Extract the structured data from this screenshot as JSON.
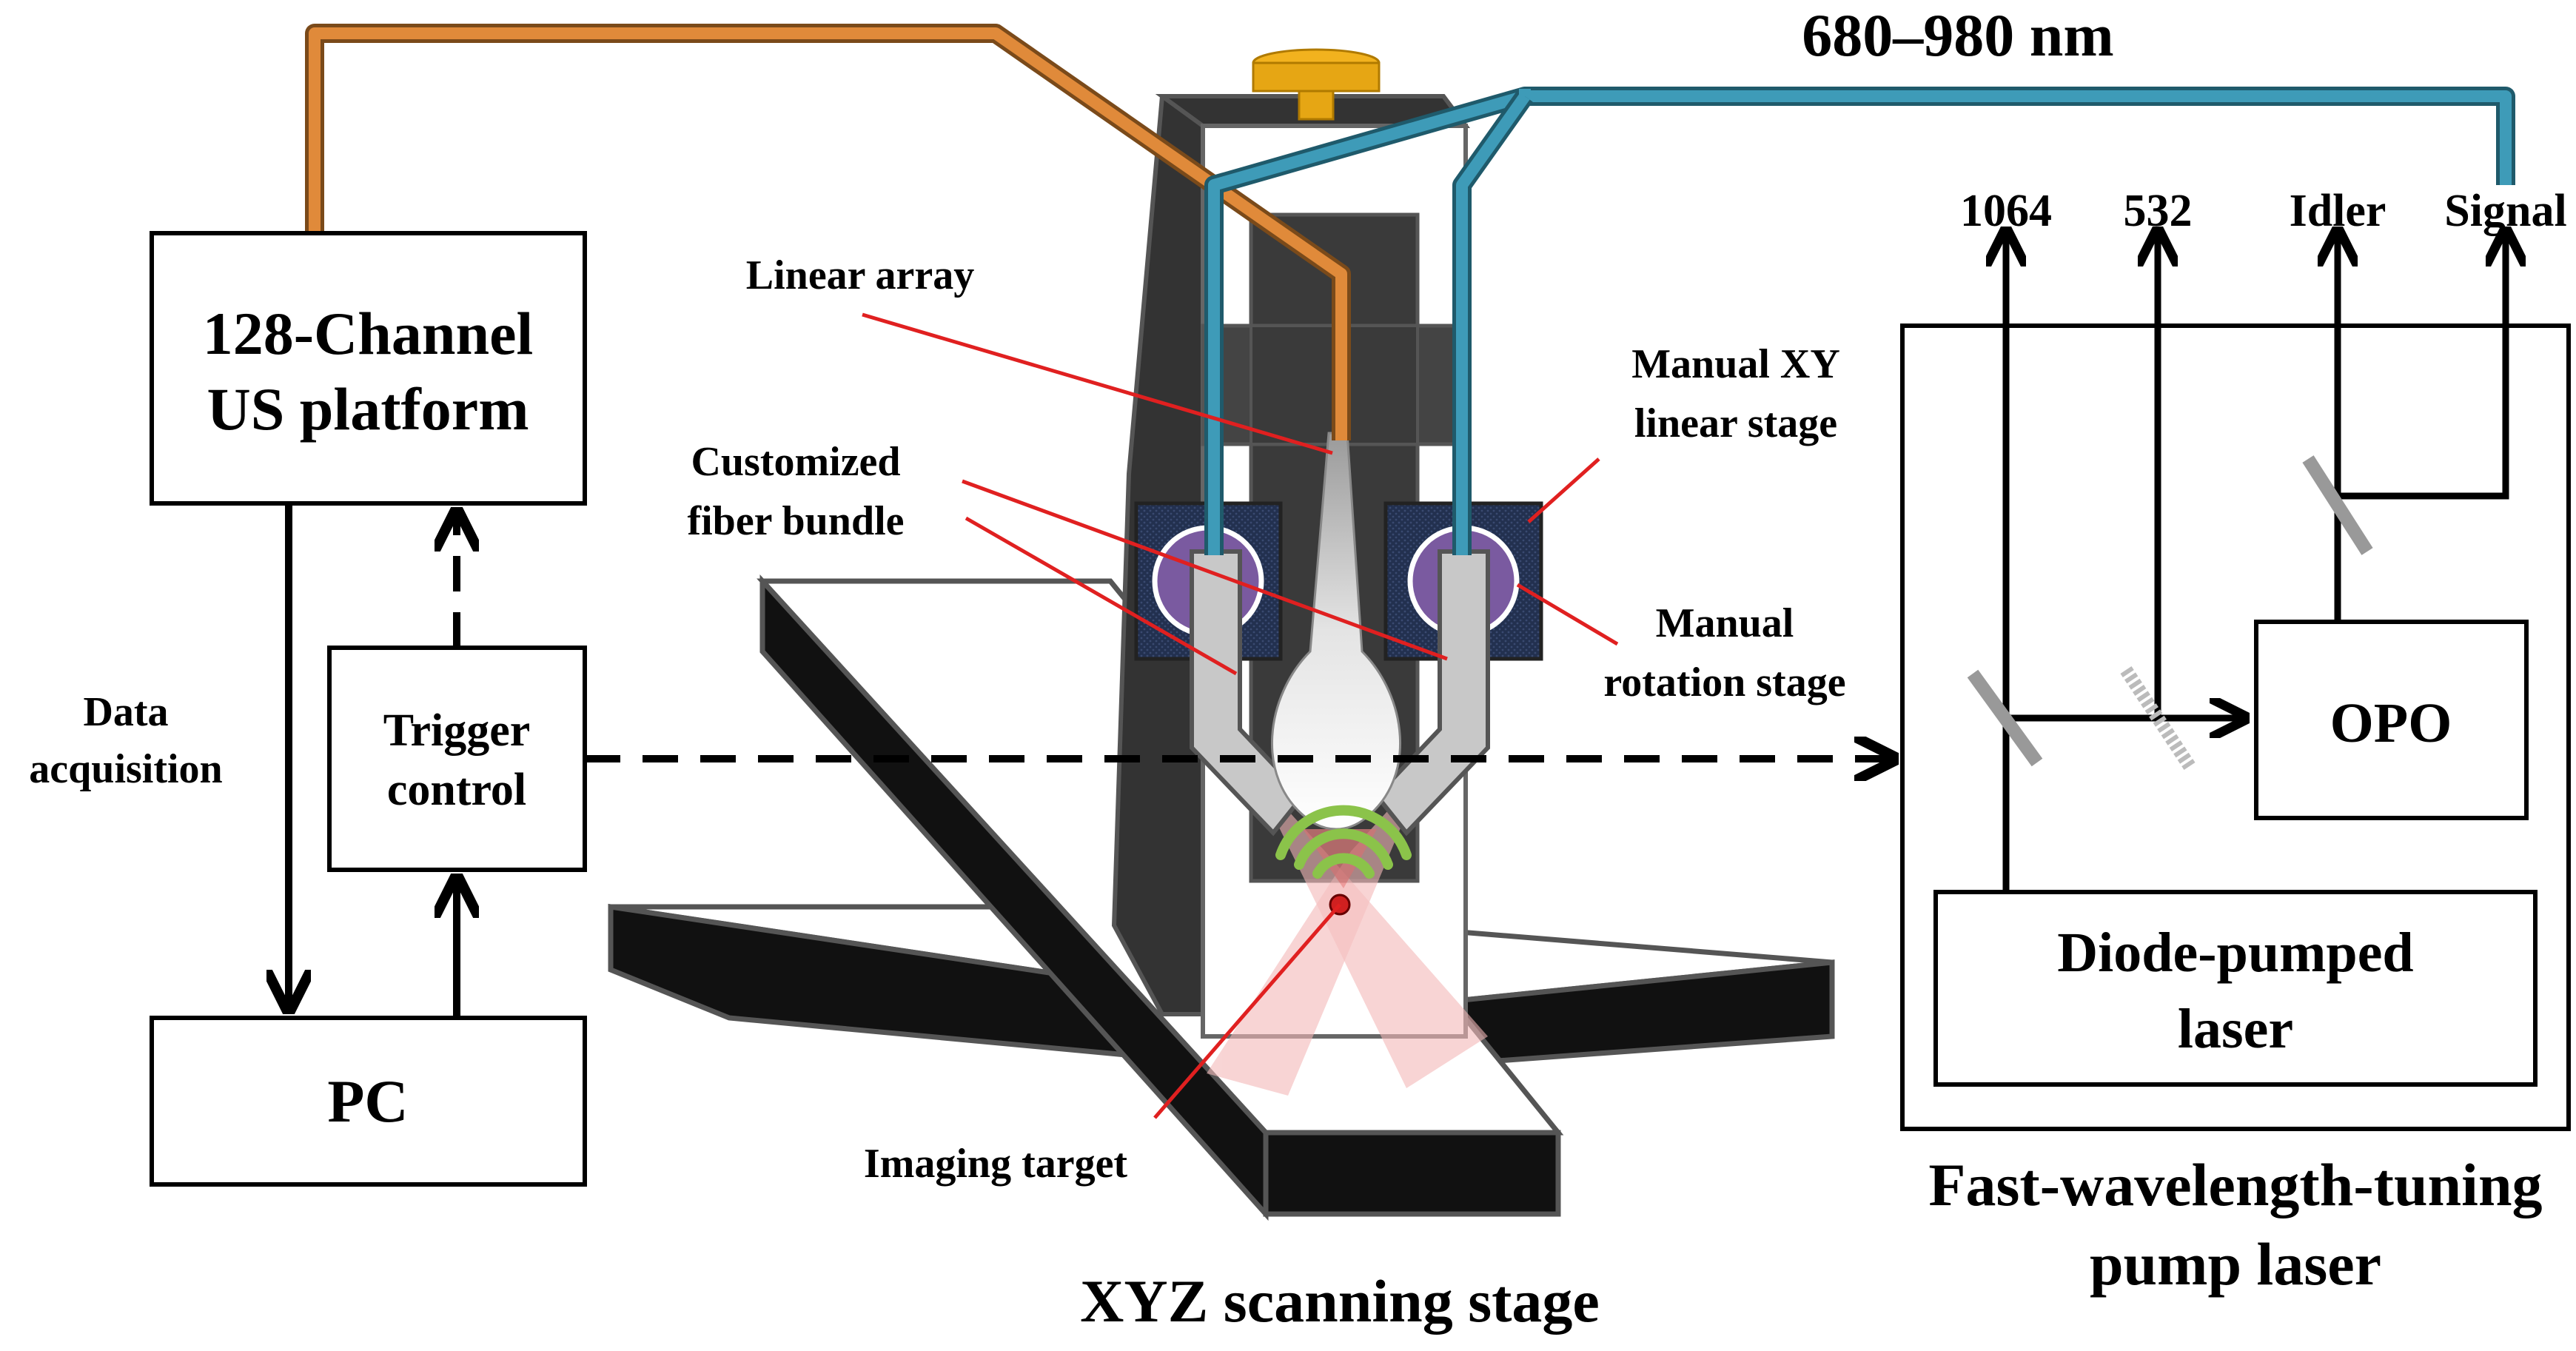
{
  "labels": {
    "wavelength_range": "680–980 nm",
    "us_platform_line1": "128-Channel",
    "us_platform_line2": "US platform",
    "data_acquisition_line1": "Data",
    "data_acquisition_line2": "acquisition",
    "trigger_line1": "Trigger",
    "trigger_line2": "control",
    "pc": "PC",
    "linear_array": "Linear array",
    "fiber_bundle_line1": "Customized",
    "fiber_bundle_line2": "fiber bundle",
    "xy_stage_line1": "Manual XY",
    "xy_stage_line2": "linear stage",
    "rotation_stage_line1": "Manual",
    "rotation_stage_line2": "rotation stage",
    "imaging_target": "Imaging target",
    "scanning_stage": "XYZ scanning stage",
    "out_1064": "1064",
    "out_532": "532",
    "out_idler": "Idler",
    "out_signal": "Signal",
    "opo": "OPO",
    "diode_line1": "Diode-pumped",
    "diode_line2": "laser",
    "pump_laser_line1": "Fast-wavelength-tuning",
    "pump_laser_line2": "pump laser"
  },
  "colors": {
    "us_cable": "#E08A3A",
    "fiber_cable": "#3E9BB8",
    "leader_line": "#E02020",
    "target_marker": "#8BC34A",
    "light_cone": "#F4B8B8"
  }
}
